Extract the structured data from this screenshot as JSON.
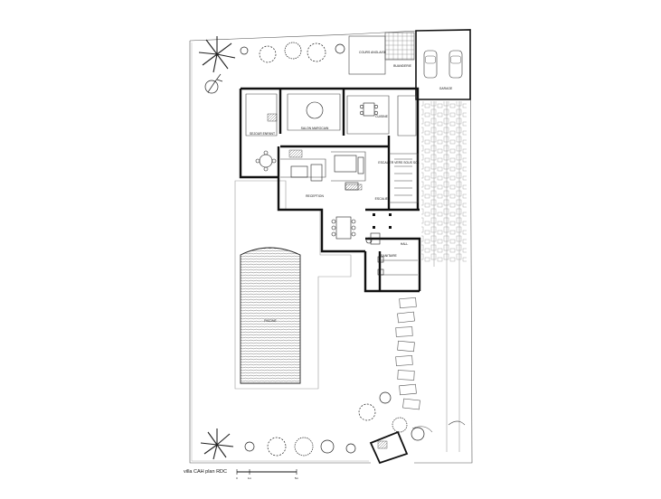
{
  "plan": {
    "caption": "villa CAH plan RDC",
    "scale_labels": [
      "0",
      "1m",
      "5m"
    ]
  },
  "rooms": {
    "cour_anglaise": "COURS ANGLAISE",
    "buanderie": "BUANDERIE",
    "garage": "GARAGE",
    "cuisine": "CUISINE",
    "salon_marocain": "SALON MAROCAIN",
    "sejour_enfant": "SEJOUR ENFANT",
    "reception": "RECEPTION",
    "escalier_sous_sol": "ESCALIER VERS SOUS SOL",
    "escalier": "ESCALIER",
    "hall": "HALL",
    "sanitaire": "SANITAIRE",
    "piscine": "PISCINE"
  },
  "colors": {
    "wall": "#111111",
    "line": "#444444",
    "hatch": "#777777",
    "terrace_outline": "#9a9a9a",
    "planting": "#222222"
  }
}
